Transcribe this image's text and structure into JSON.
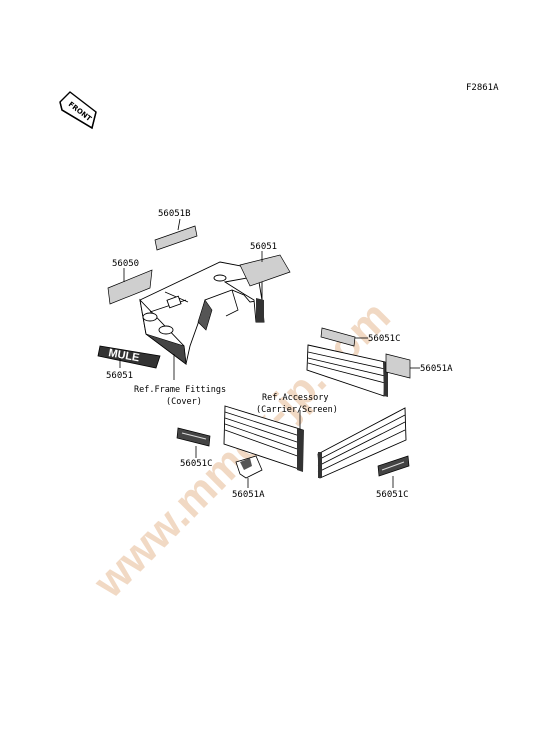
{
  "diagram_code": "F2861A",
  "front_arrow_text": "FRONT",
  "watermark": "www.mmex-jp.com",
  "emblem_text": "MULE",
  "parts": [
    {
      "label": "56051B"
    },
    {
      "label": "56051"
    },
    {
      "label": "56050"
    },
    {
      "label": "56051C"
    },
    {
      "label": "56051A"
    },
    {
      "label": "56051"
    },
    {
      "label": "56051C"
    },
    {
      "label": "56051A"
    },
    {
      "label": "56051C"
    }
  ],
  "refs": [
    {
      "line1": "Ref.Frame Fittings",
      "line2": "(Cover)"
    },
    {
      "line1": "Ref.Accessory",
      "line2": "(Carrier/Screen)"
    }
  ]
}
